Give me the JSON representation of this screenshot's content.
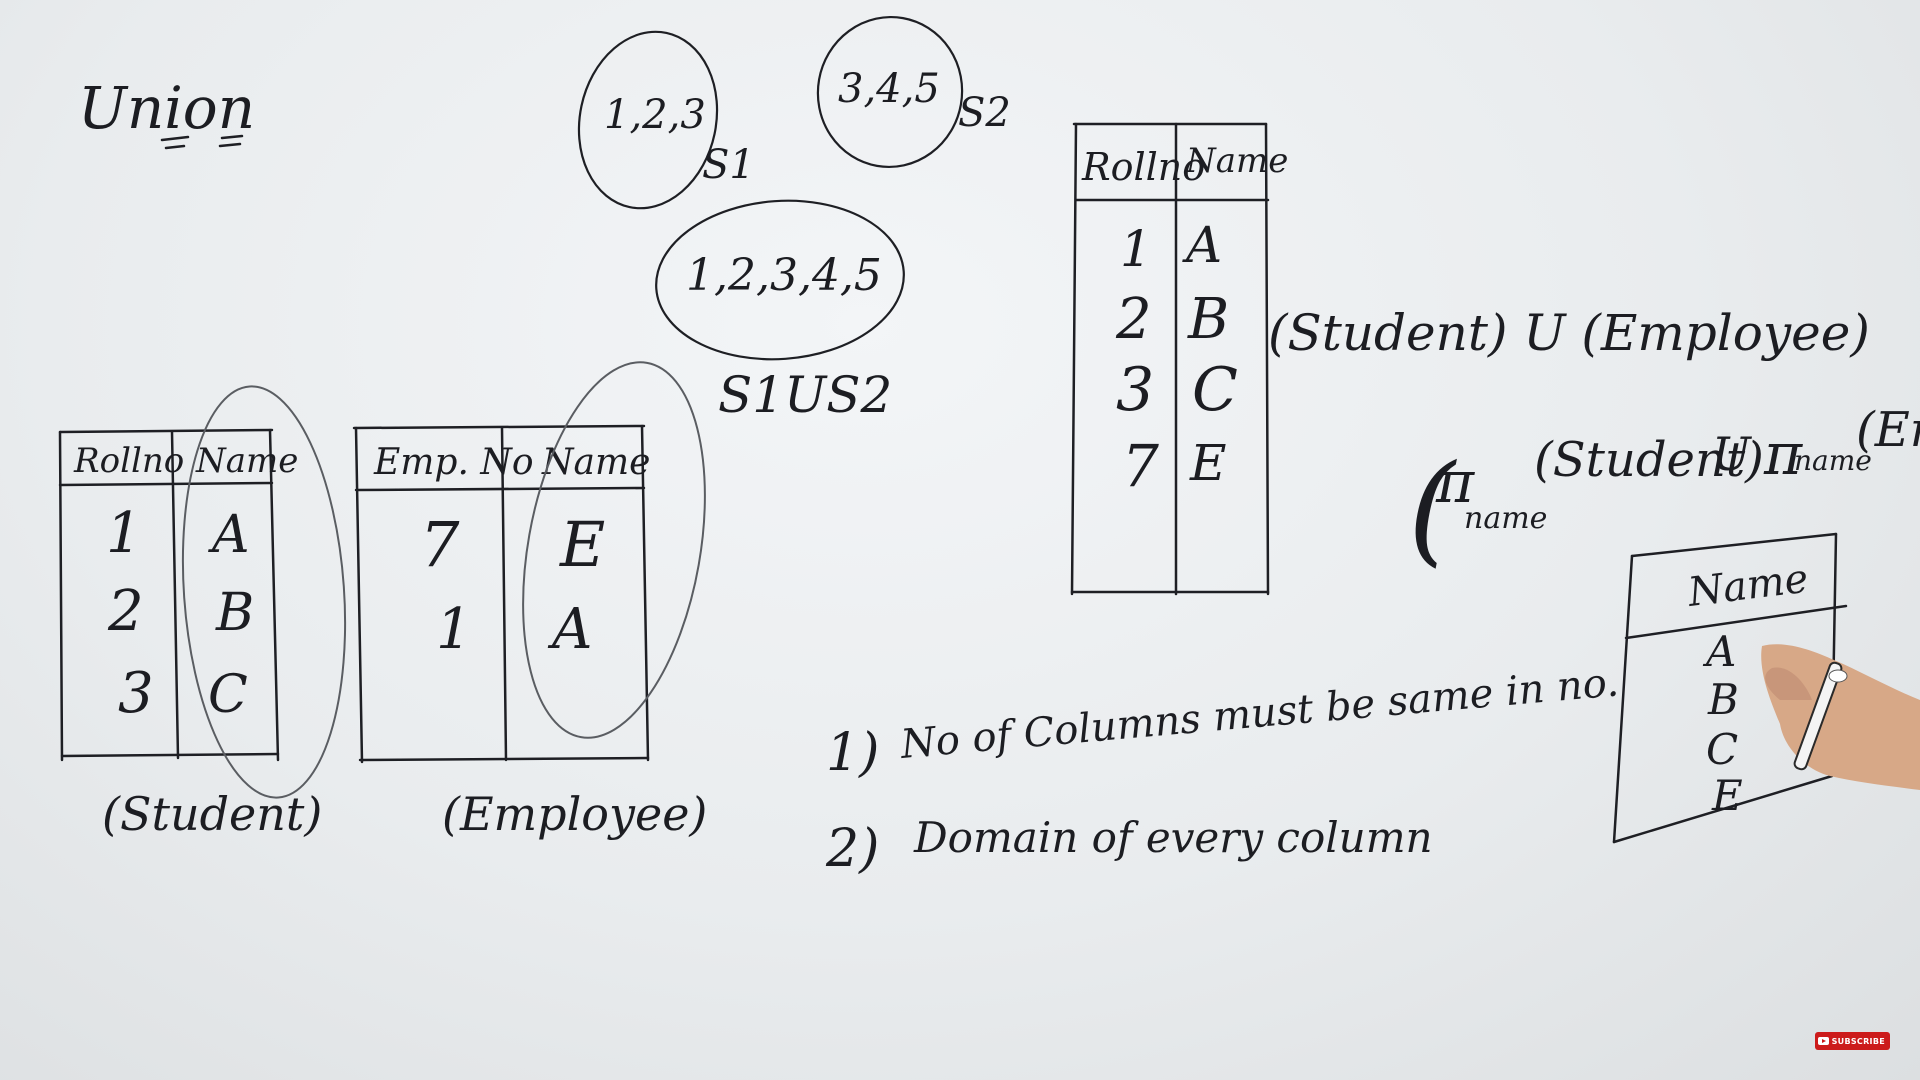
{
  "title": "Union",
  "sets": {
    "s1_values": "1,2,3",
    "s1_label": "S1",
    "s2_values": "3,4,5",
    "s2_label": "S2",
    "union_values": "1,2,3,4,5",
    "union_label": "S1US2"
  },
  "student_table": {
    "headers": [
      "Rollno",
      "Name"
    ],
    "rows": [
      [
        "1",
        "A"
      ],
      [
        "2",
        "B"
      ],
      [
        "3",
        "C"
      ]
    ],
    "caption": "(Student)"
  },
  "employee_table": {
    "headers": [
      "Emp. No",
      "Name"
    ],
    "rows": [
      [
        "7",
        "E"
      ],
      [
        "1",
        "A"
      ]
    ],
    "caption": "(Employee)"
  },
  "union_table": {
    "headers": [
      "Rollno",
      "Name"
    ],
    "rows": [
      [
        "1",
        "A"
      ],
      [
        "2",
        "B"
      ],
      [
        "3",
        "C"
      ],
      [
        "7",
        "E"
      ]
    ]
  },
  "expression_union": "(Student) U (Employee)",
  "expression_projection": {
    "open_paren": "(",
    "pi1": "π",
    "sub1": "name",
    "arg1": "(Student)",
    "union_op": "U",
    "pi2": "π",
    "sub2": "name",
    "arg2": "(Emp"
  },
  "name_table": {
    "header": "Name",
    "values": [
      "A",
      "B",
      "C",
      "E"
    ]
  },
  "conditions": [
    {
      "num": "1)",
      "text": "No of Columns must be same in no."
    },
    {
      "num": "2)",
      "text": "Domain of every column"
    }
  ],
  "badge": {
    "label": "SUBSCRIBE",
    "icon": "play-icon"
  },
  "colors": {
    "ink": "#1e1f24",
    "board": "#eceff1",
    "badge": "#cc1b1b"
  }
}
